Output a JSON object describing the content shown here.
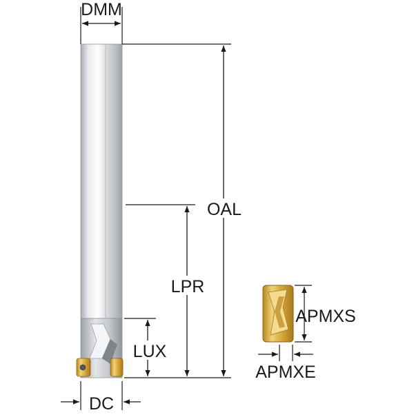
{
  "labels": {
    "dmm": "DMM",
    "oal": "OAL",
    "lpr": "LPR",
    "lux": "LUX",
    "dc": "DC",
    "apmxs": "APMXS",
    "apmxe": "APMXE"
  },
  "colors": {
    "line": "#1a1a1a",
    "shank_light": "#f2f3f4",
    "shank_mid": "#c9ccd0",
    "shank_dark": "#9ea3a8",
    "insert_gold": "#d4a23a",
    "insert_light": "#f3dc8a",
    "insert_dark": "#a9781c"
  }
}
